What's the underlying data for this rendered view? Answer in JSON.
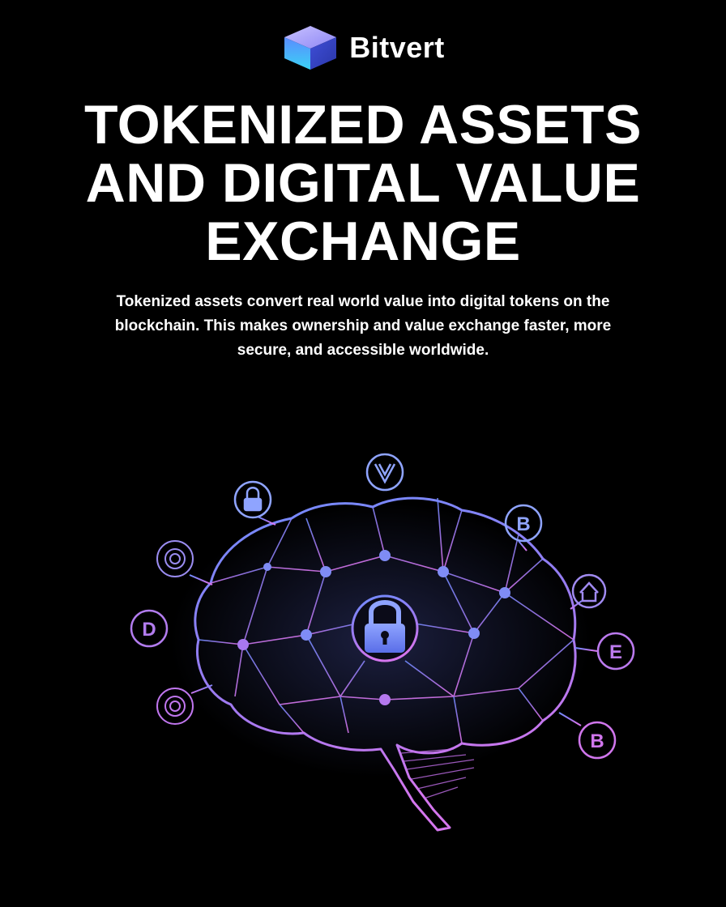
{
  "brand": {
    "name": "Bitvert",
    "logo_icon": "cube-icon"
  },
  "headline": {
    "line1": "TOKENIZED ASSETS",
    "line2": "AND DIGITAL VALUE",
    "line3": "EXCHANGE"
  },
  "subtitle": "Tokenized assets convert real world value into digital tokens on the blockchain. This makes ownership and value exchange faster, more secure, and accessible worldwide.",
  "illustration": {
    "central_icon": "padlock-icon",
    "token_icons": [
      "shield-download-icon",
      "lock-icon",
      "b-coin-icon",
      "fingerprint-icon",
      "house-icon",
      "d-coin-icon",
      "e-coin-icon",
      "fingerprint-icon",
      "b-coin-icon"
    ]
  },
  "colors": {
    "background": "#000000",
    "text": "#ffffff",
    "accent_blue": "#6f8cff",
    "accent_purple": "#c873f0",
    "logo_top": "#a9a3ff",
    "logo_side": "#4a7dff"
  }
}
